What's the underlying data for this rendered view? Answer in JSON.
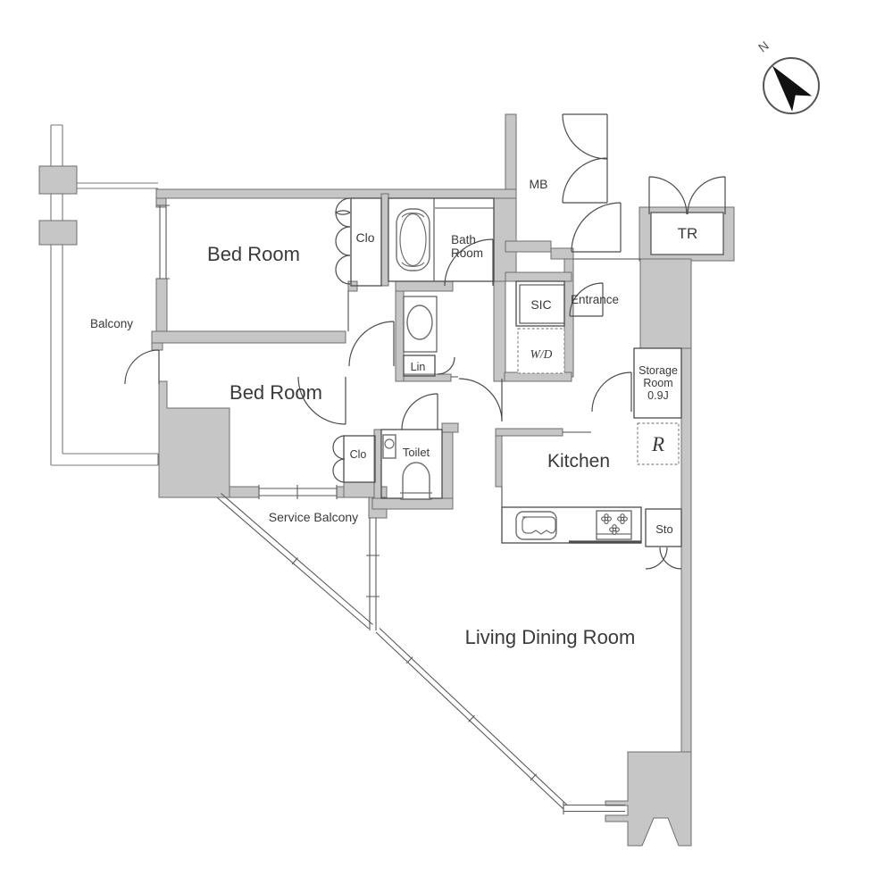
{
  "plan": {
    "title": "apartment floor plan",
    "compass": {
      "north_label": "N"
    },
    "labels": {
      "bedroom1": "Bed Room",
      "bedroom2": "Bed Room",
      "living_dining": "Living Dining Room",
      "kitchen": "Kitchen",
      "balcony": "Balcony",
      "service_balcony": "Service Balcony",
      "bath_room": {
        "line1": "Bath",
        "line2": "Room"
      },
      "toilet": "Toilet",
      "entrance": "Entrance",
      "sic": "SIC",
      "mb": "MB",
      "tr": "TR",
      "wd": "W/D",
      "lin": "Lin",
      "clo1": "Clo",
      "clo2": "Clo",
      "storage_room": {
        "line1": "Storage",
        "line2": "Room",
        "line3": "0.9J"
      },
      "refrigerator": "R",
      "sto": "Sto"
    },
    "colors": {
      "wall_fill": "#c6c6c6",
      "wall_stroke": "#6e6e6e",
      "line": "#4c4c4c",
      "text": "#3a3a3a",
      "background": "#ffffff"
    }
  }
}
